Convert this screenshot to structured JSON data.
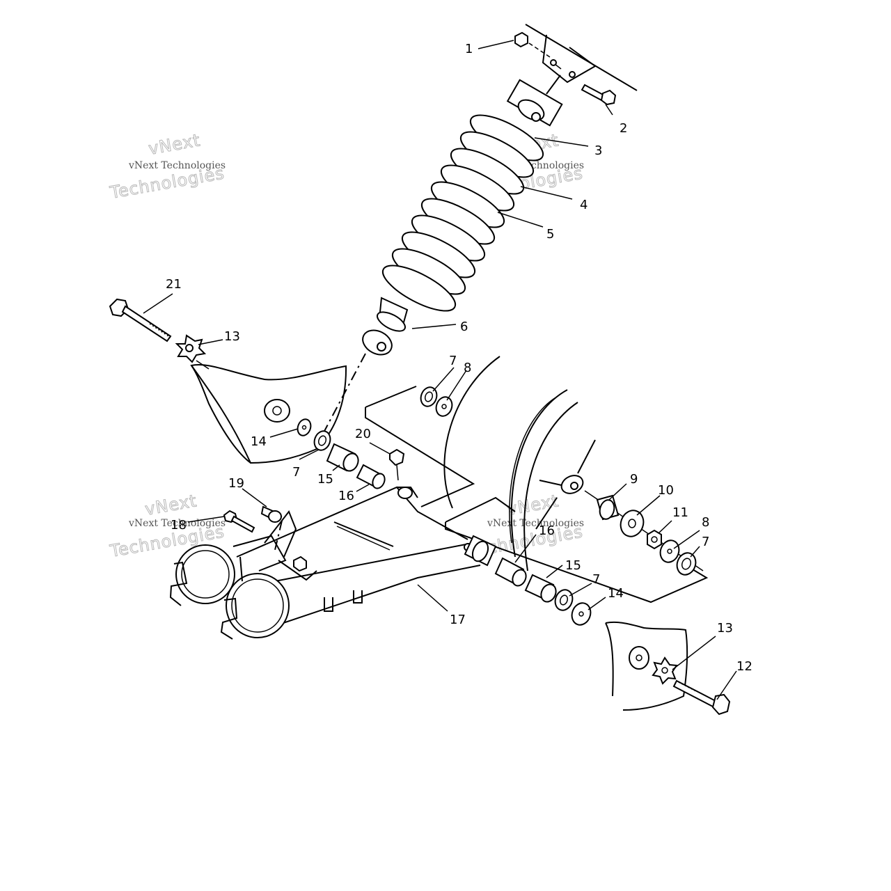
{
  "watermark": {
    "line1": "vNext",
    "line2": "vNext Technologies",
    "line3": "Technologies"
  },
  "callouts": {
    "c1": "1",
    "c2": "2",
    "c3": "3",
    "c4": "4",
    "c5": "5",
    "c6": "6",
    "c7a": "7",
    "c8a": "8",
    "c21": "21",
    "c13a": "13",
    "c14a": "14",
    "c7b": "7",
    "c15a": "15",
    "c20": "20",
    "c16a": "16",
    "c19": "19",
    "c18": "18",
    "c9": "9",
    "c10": "10",
    "c11": "11",
    "c8b": "8",
    "c7c": "7",
    "c16b": "16",
    "c15b": "15",
    "c7d": "7",
    "c14b": "14",
    "c17": "17",
    "c13b": "13",
    "c12": "12"
  }
}
